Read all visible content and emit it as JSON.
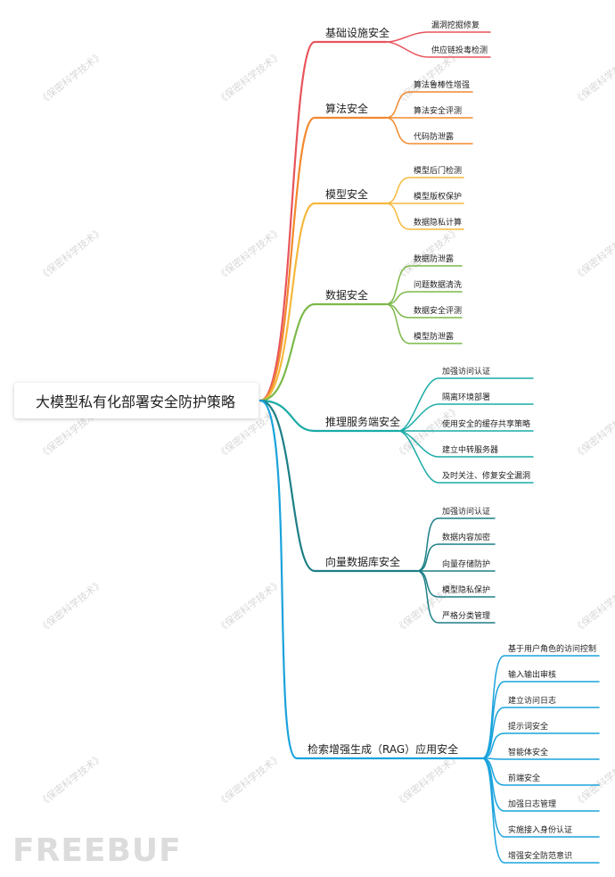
{
  "root": {
    "title": "大模型私有化部署安全防护策略"
  },
  "watermark": {
    "text": "《保密科学技术》"
  },
  "logo": {
    "text": "FREEBUF"
  },
  "branches": [
    {
      "label": "基础设施安全",
      "color": "#e8545c",
      "children": [
        "漏洞挖掘修复",
        "供应链投毒检测"
      ]
    },
    {
      "label": "算法安全",
      "color": "#f2892e",
      "children": [
        "算法鲁棒性增强",
        "算法安全评测",
        "代码防泄露"
      ]
    },
    {
      "label": "模型安全",
      "color": "#f6b83c",
      "children": [
        "模型后门检测",
        "模型版权保护",
        "数据隐私计算"
      ]
    },
    {
      "label": "数据安全",
      "color": "#7cb94a",
      "children": [
        "数据防泄露",
        "问题数据清洗",
        "数据安全评测",
        "模型防泄露"
      ]
    },
    {
      "label": "推理服务端安全",
      "color": "#1aaba6",
      "children": [
        "加强访问认证",
        "隔离环境部署",
        "使用安全的缓存共享策略",
        "建立中转服务器",
        "及时关注、修复安全漏洞"
      ]
    },
    {
      "label": "向量数据库安全",
      "color": "#1c7f86",
      "children": [
        "加强访问认证",
        "数据内容加密",
        "向量存储防护",
        "模型隐私保护",
        "严格分类管理"
      ]
    },
    {
      "label": "检索增强生成（RAG）应用安全",
      "color": "#1aa3dc",
      "children": [
        "基于用户角色的访问控制",
        "输入输出审核",
        "建立访问日志",
        "提示词安全",
        "智能体安全",
        "前端安全",
        "加强日志管理",
        "实施接入身份认证",
        "增强安全防范意识"
      ]
    }
  ]
}
